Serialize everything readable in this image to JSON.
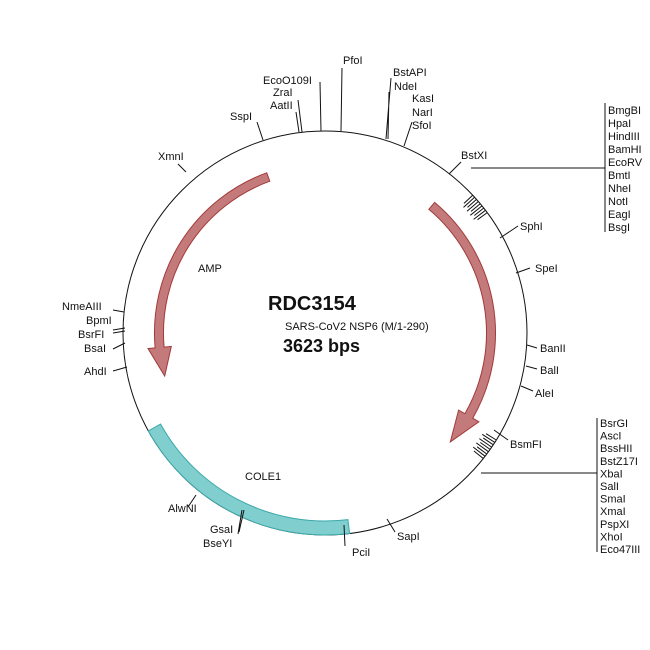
{
  "plasmid": {
    "name": "RDC3154",
    "insert": "SARS-CoV2 NSP6 (M/1-290)",
    "size": "3623 bps"
  },
  "features": {
    "amp": "AMP",
    "cole1": "COLE1"
  },
  "colors": {
    "arrow_fill": "#c47a7a",
    "arrow_stroke": "#a23a3a",
    "ori_fill": "#80cece",
    "ori_stroke": "#3ba9a9"
  },
  "sites": {
    "pfoi": "PfoI",
    "eco": "EcoO109I",
    "zrai": "ZraI",
    "aatii": "AatII",
    "sspi": "SspI",
    "bstapi": "BstAPI",
    "ndei": "NdeI",
    "kasi": "KasI",
    "nari": "NarI",
    "sfoi": "SfoI",
    "bstxi": "BstXI",
    "sphi": "SphI",
    "spei": "SpeI",
    "banii": "BanII",
    "bali": "BalI",
    "alei": "AleI",
    "bsmfi": "BsmFI",
    "sapi": "SapI",
    "pcii": "PciI",
    "gsai": "GsaI",
    "bseyi": "BseYI",
    "alwni": "AlwNI",
    "ahdi": "AhdI",
    "bsai": "BsaI",
    "bsrfi": "BsrFI",
    "bpmi": "BpmI",
    "nmeaiii": "NmeAIII",
    "xmni": "XmnI"
  },
  "mcs_upper": [
    "BmgBI",
    "HpaI",
    "HindIII",
    "BamHI",
    "EcoRV",
    "BmtI",
    "NheI",
    "NotI",
    "EagI",
    "BsgI"
  ],
  "mcs_lower": [
    "BsrGI",
    "AscI",
    "BssHII",
    "BstZ17I",
    "XbaI",
    "SalI",
    "SmaI",
    "XmaI",
    "PspXI",
    "XhoI",
    "Eco47III"
  ]
}
